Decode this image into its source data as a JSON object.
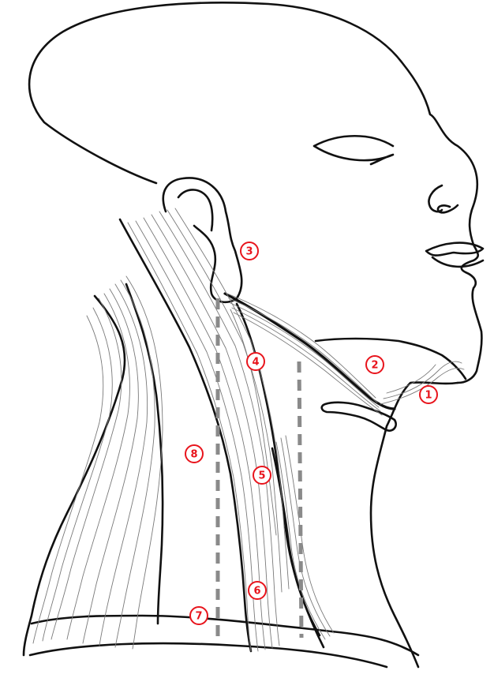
{
  "colors": {
    "outline": "#111111",
    "fibers": "#7a7a7a",
    "dashed_lines": "#8a8a8a",
    "marker": "#e8141c"
  },
  "markers": [
    {
      "id": "1",
      "label": "1"
    },
    {
      "id": "2",
      "label": "2"
    },
    {
      "id": "3",
      "label": "3"
    },
    {
      "id": "4",
      "label": "4"
    },
    {
      "id": "5",
      "label": "5"
    },
    {
      "id": "6",
      "label": "6"
    },
    {
      "id": "7",
      "label": "7"
    },
    {
      "id": "8",
      "label": "8"
    }
  ]
}
